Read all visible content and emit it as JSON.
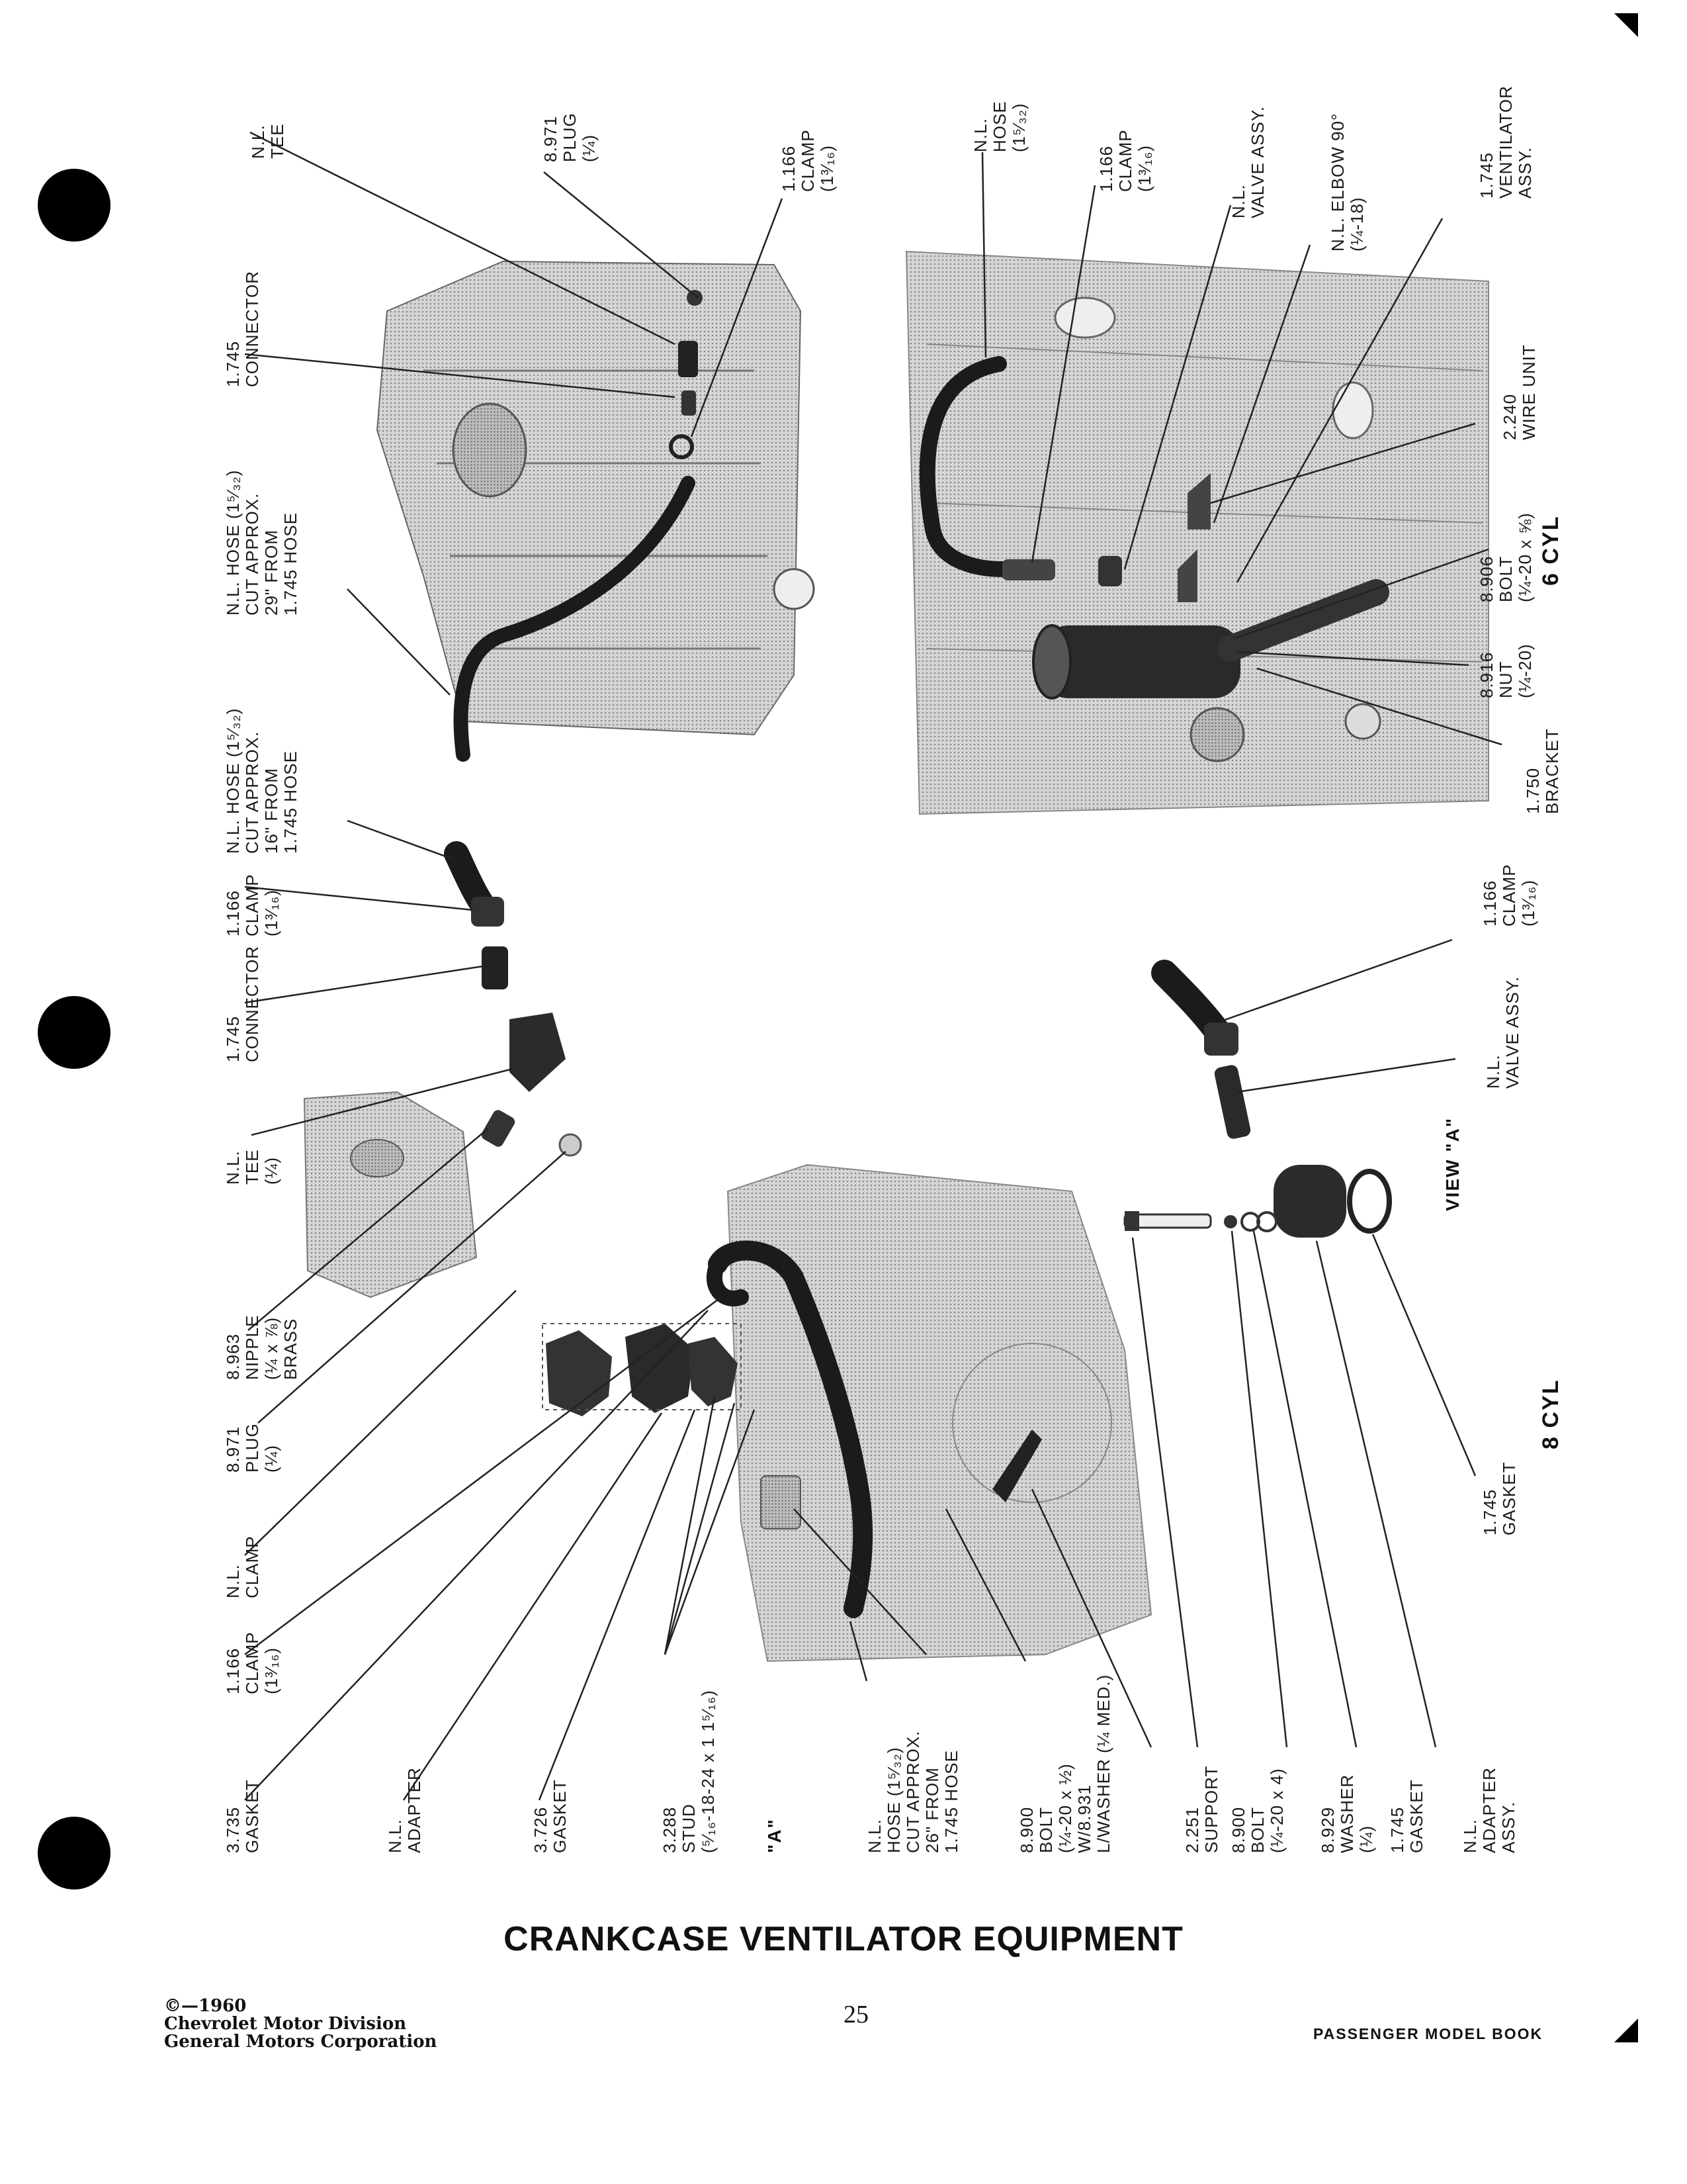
{
  "title": "CRANKCASE VENTILATOR EQUIPMENT",
  "footer": {
    "copyright": "©—1960",
    "division": "Chevrolet Motor Division",
    "corporation": "General Motors Corporation",
    "page_number": "25",
    "book": "PASSENGER MODEL BOOK"
  },
  "sections": {
    "six_cyl": "6 CYL",
    "eight_cyl": "8 CYL",
    "view_a": "VIEW \"A\"",
    "a_marker": "\"A\""
  },
  "labels": {
    "nl_tee_top": [
      "N.L.",
      "TEE"
    ],
    "plug_8971_top": [
      "8.971",
      "PLUG",
      "(¼)"
    ],
    "clamp_1166_top": [
      "1.166",
      "CLAMP",
      "(1³⁄₁₆)"
    ],
    "connector_1745_top": [
      "1.745",
      "CONNECTOR"
    ],
    "hose_29": [
      "N.L. HOSE (1⁵⁄₃₂)",
      "CUT APPROX.",
      "29\" FROM",
      "1.745 HOSE"
    ],
    "hose_16": [
      "N.L. HOSE (1⁵⁄₃₂)",
      "CUT APPROX.",
      "16\" FROM",
      "1.745 HOSE"
    ],
    "clamp_1166_mid": [
      "1.166",
      "CLAMP",
      "(1³⁄₁₆)"
    ],
    "connector_1745_mid": [
      "1.745",
      "CONNECTOR"
    ],
    "nl_tee_mid": [
      "N.L.",
      "TEE",
      "(¼)"
    ],
    "nipple_8963": [
      "8.963",
      "NIPPLE",
      "(¼ x ⅞)",
      "BRASS"
    ],
    "plug_8971_mid": [
      "8.971",
      "PLUG",
      "(¼)"
    ],
    "nl_clamp": [
      "N.L.",
      "CLAMP"
    ],
    "clamp_1166_low": [
      "1.166",
      "CLAMP",
      "(1³⁄₁₆)"
    ],
    "gasket_3735": [
      "3.735",
      "GASKET"
    ],
    "adapter_nl": [
      "N.L.",
      "ADAPTER"
    ],
    "gasket_3726": [
      "3.726",
      "GASKET"
    ],
    "stud_3288": [
      "3.288",
      "STUD",
      "(⁵⁄₁₆-18-24 x 1 1⁵⁄₁₆)"
    ],
    "hose_26": [
      "N.L.",
      "HOSE (1⁵⁄₃₂)",
      "CUT APPROX.",
      "26\" FROM",
      "1.745 HOSE"
    ],
    "bolt_8900_a": [
      "8.900",
      "BOLT",
      "(¼-20 x ½)",
      "W/8.931",
      "L/WASHER (¼ MED.)"
    ],
    "support_2251": [
      "2.251",
      "SUPPORT"
    ],
    "bolt_8900_b": [
      "8.900",
      "BOLT",
      "(¼-20 x 4)"
    ],
    "washer_8929": [
      "8.929",
      "WASHER",
      "(¼)"
    ],
    "gasket_1745_a": [
      "1.745",
      "GASKET"
    ],
    "adapter_assy": [
      "N.L.",
      "ADAPTER",
      "ASSY."
    ],
    "gasket_1745_b": [
      "1.745",
      "GASKET"
    ],
    "valve_assy_8": [
      "N.L.",
      "VALVE ASSY."
    ],
    "clamp_1166_8": [
      "1.166",
      "CLAMP",
      "(1³⁄₁₆)"
    ],
    "bracket_1750": [
      "1.750",
      "BRACKET"
    ],
    "nut_8916": [
      "8.916",
      "NUT",
      "(¼-20)"
    ],
    "bolt_8906": [
      "8.906",
      "BOLT",
      "(¼-20 x ⅝)"
    ],
    "wire_unit_2240": [
      "2.240",
      "WIRE UNIT"
    ],
    "ventilator_1745": [
      "1.745",
      "VENTILATOR",
      "ASSY."
    ],
    "elbow_nl": [
      "N.L. ELBOW 90°",
      "(¼-18)"
    ],
    "valve_assy_6": [
      "N.L.",
      "VALVE ASSY."
    ],
    "clamp_1166_6": [
      "1.166",
      "CLAMP",
      "(1³⁄₁₆)"
    ],
    "hose_nl_6": [
      "N.L.",
      "HOSE",
      "(1⁵⁄₃₂)"
    ]
  }
}
